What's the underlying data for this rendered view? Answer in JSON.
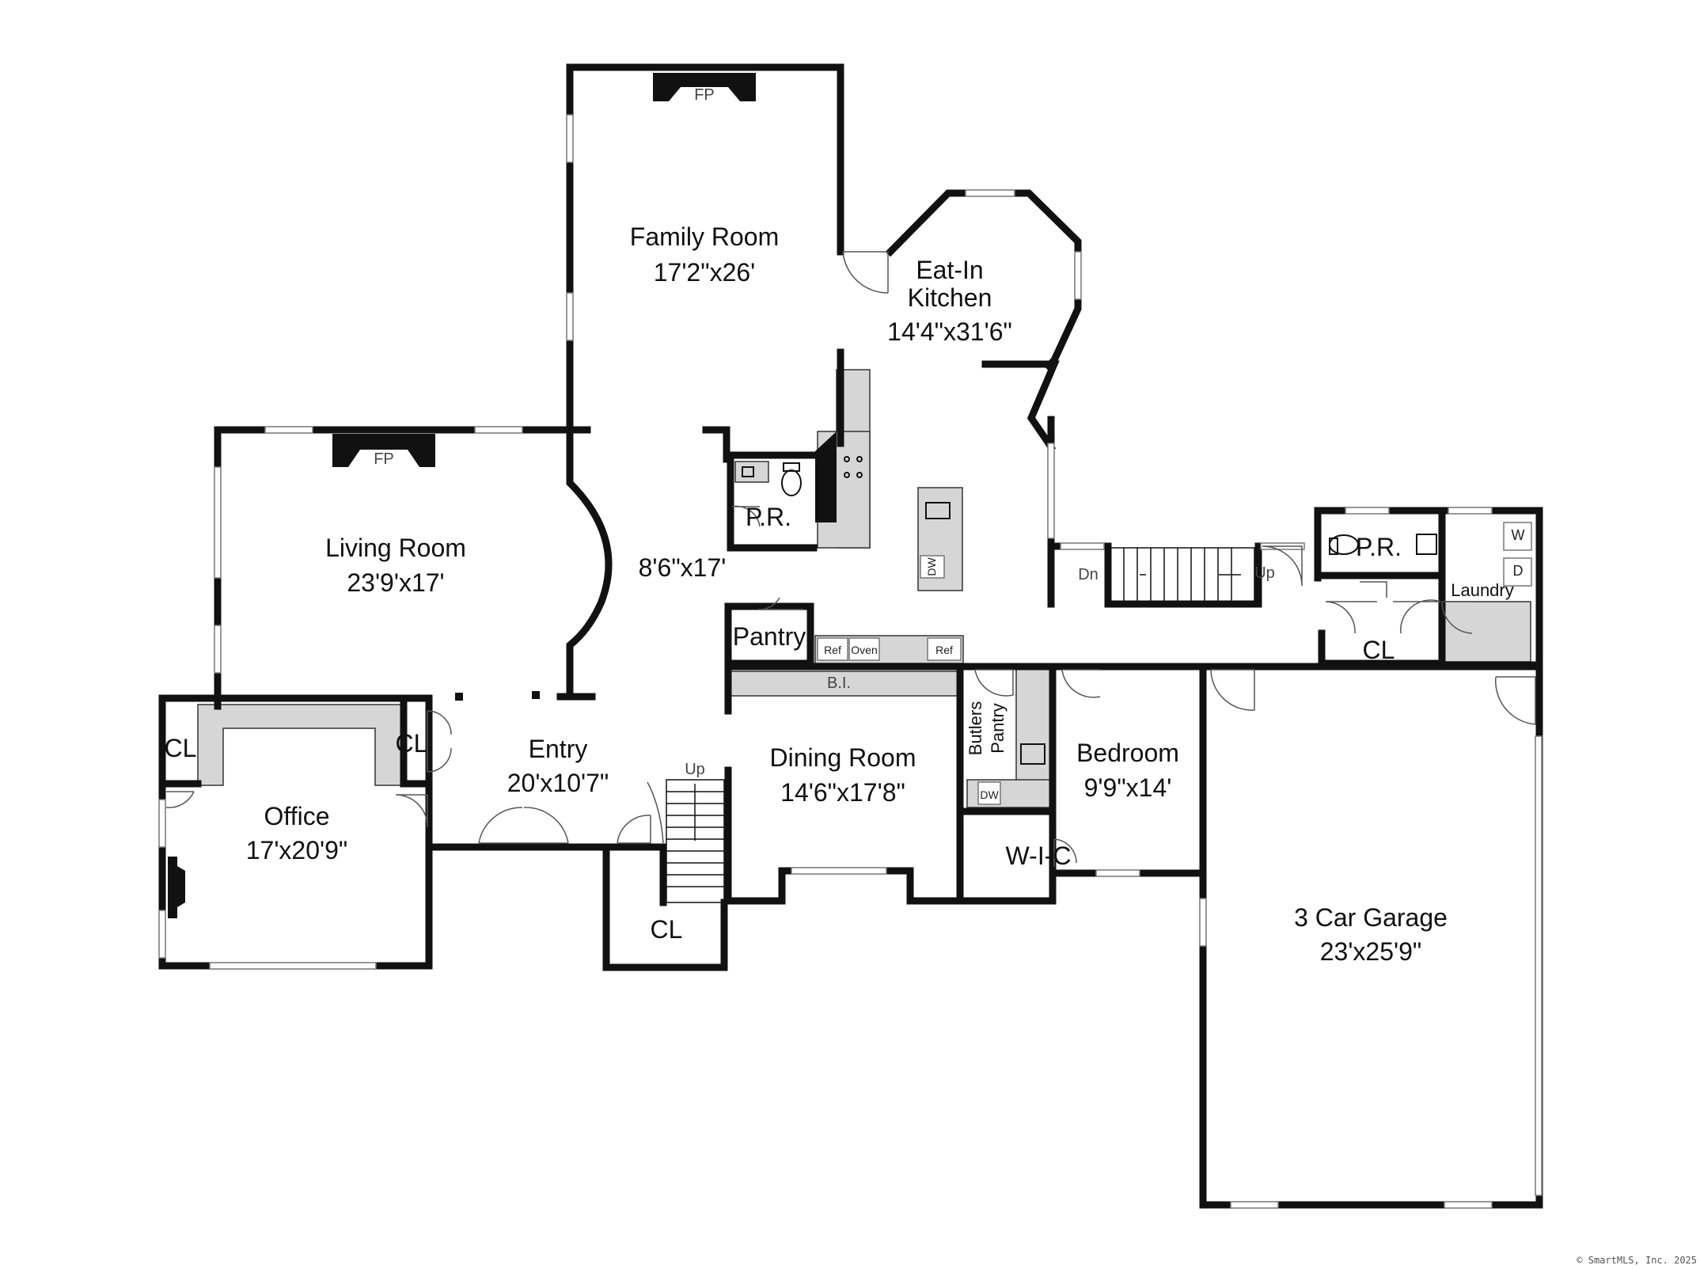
{
  "rooms": {
    "family_room": {
      "name": "Family Room",
      "dim": "17'2\"x26'"
    },
    "kitchen": {
      "name_line1": "Eat-In",
      "name_line2": "Kitchen",
      "dim": "14'4\"x31'6\""
    },
    "living_room": {
      "name": "Living Room",
      "dim": "23'9'x17'"
    },
    "hall": {
      "dim": "8'6\"x17'"
    },
    "entry": {
      "name": "Entry",
      "dim": "20'x10'7\""
    },
    "office": {
      "name": "Office",
      "dim": "17'x20'9\""
    },
    "dining_room": {
      "name": "Dining Room",
      "dim": "14'6\"x17'8\""
    },
    "bedroom": {
      "name": "Bedroom",
      "dim": "9'9\"x14'"
    },
    "garage": {
      "name": "3 Car Garage",
      "dim": "23'x25'9\""
    },
    "laundry": {
      "name": "Laundry"
    }
  },
  "labels": {
    "fp": "FP",
    "pr": "P.R.",
    "cl": "CL",
    "pantry": "Pantry",
    "butlers_line1": "Butlers",
    "butlers_line2": "Pantry",
    "wic": "W-I-C",
    "bi": "B.I.",
    "ref": "Ref",
    "oven": "Oven",
    "dw": "DW",
    "up": "Up",
    "dn": "Dn",
    "w": "W",
    "d": "D"
  },
  "copyright": "© SmartMLS, Inc.  2025"
}
